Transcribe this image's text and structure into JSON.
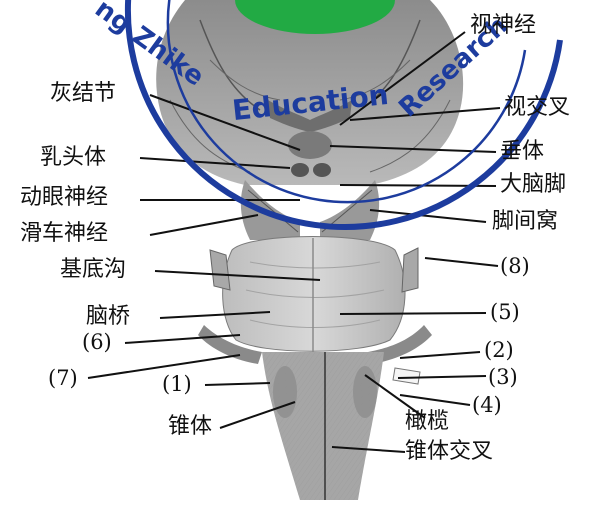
{
  "figure": {
    "labels": {
      "optic_nerve": "视神经",
      "gray_tuber": "灰结节",
      "optic_chiasm": "视交叉",
      "mammillary_body": "乳头体",
      "hypophysis": "垂体",
      "oculomotor_nerve": "动眼神经",
      "cerebral_peduncle": "大脑脚",
      "trochlear_nerve": "滑车神经",
      "interpeduncular_fossa": "脚间窝",
      "basilar_sulcus": "基底沟",
      "pons": "脑桥",
      "pyramid": "锥体",
      "olive": "橄榄",
      "decussation_of_pyramids": "锥体交叉"
    },
    "numbers": {
      "n1": "(1)",
      "n2": "(2)",
      "n3": "(3)",
      "n4": "(4)",
      "n5": "(5)",
      "n6": "(6)",
      "n7": "(7)",
      "n8": "(8)"
    }
  },
  "watermark": {
    "text_left": "ng Zhike",
    "text_mid": "Education",
    "text_right": "Research",
    "color": "#1d3c9e",
    "badge_color": "#22aa44"
  }
}
